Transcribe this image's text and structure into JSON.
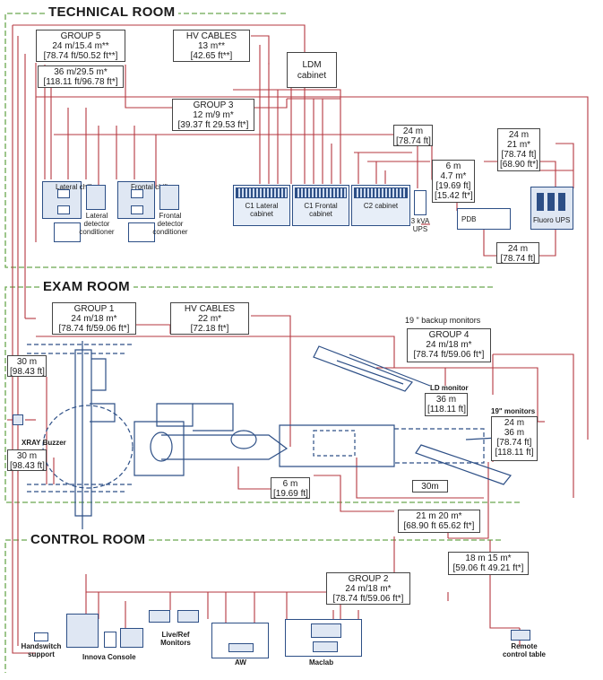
{
  "rooms": {
    "technical": "TECHNICAL ROOM",
    "exam": "EXAM ROOM",
    "control": "CONTROL ROOM"
  },
  "colors": {
    "cable": "#b5373f",
    "room_border": "#6aa84f",
    "device_stroke": "#2d4f86",
    "device_fill": "#dfe7f3"
  },
  "boxes": {
    "group5": [
      "GROUP 5",
      "24 m/15.4 m**",
      "[78.74 ft/50.52 ft**]"
    ],
    "hv_tech": [
      "HV CABLES",
      "13 m**",
      "[42.65 ft**]"
    ],
    "len36": [
      "36 m/29.5 m*",
      "[118.11 ft/96.78 ft*]"
    ],
    "group3": [
      "GROUP 3",
      "12 m/9 m*",
      "[39.37 ft 29.53 ft*]"
    ],
    "len24a": [
      "24 m",
      "[78.74 ft]"
    ],
    "len24b": [
      "24 m",
      "21 m*",
      "[78.74 ft]",
      "[68.90 ft*]"
    ],
    "len6a": [
      "6 m",
      "4.7 m*",
      "[19.69 ft]",
      "[15.42 ft*]"
    ],
    "len24c": [
      "24 m",
      "[78.74 ft]"
    ],
    "group1": [
      "GROUP 1",
      "24 m/18 m*",
      "[78.74 ft/59.06 ft*]"
    ],
    "hv_exam": [
      "HV CABLES",
      "22 m*",
      "[72.18 ft*]"
    ],
    "group4": [
      "GROUP 4",
      "24 m/18 m*",
      "[78.74 ft/59.06 ft*]"
    ],
    "len30a": [
      "30 m",
      "[98.43 ft]"
    ],
    "len30b": [
      "30 m",
      "[98.43 ft]"
    ],
    "ld": [
      "36 m",
      "[118.11 ft]"
    ],
    "mon19": [
      "24 m",
      "36 m",
      "[78.74 ft]",
      "[118.11 ft]"
    ],
    "len6b": [
      "6 m",
      "[19.69 ft]"
    ],
    "len30c": [
      "30m"
    ],
    "len21": [
      "21 m 20 m*",
      "[68.90 ft 65.62 ft*]"
    ],
    "len18": [
      "18 m 15 m*",
      "[59.06 ft 49.21 ft*]"
    ],
    "group2": [
      "GROUP 2",
      "24 m/18 m*",
      "[78.74 ft/59.06 ft*]"
    ]
  },
  "labels": {
    "ldm": "LDM cabinet",
    "lateral_chiller": "Lateral chiller",
    "lateral_detector": "Lateral detector conditioner",
    "frontal_chiller": "Frontal chiller",
    "frontal_detector": "Frontal detector conditioner",
    "c1_lateral": "C1 Lateral cabinet",
    "c1_frontal": "C1 Frontal cabinet",
    "c2": "C2 cabinet",
    "ups": "3 kVA UPS",
    "pdb": "PDB",
    "fluoro_ups": "Fluoro UPS",
    "backup_monitors": "19 \" backup monitors",
    "ld_monitor": "LD monitor",
    "monitors_19": "19\" monitors",
    "xray_buzzer": "XRAY Buzzer",
    "handswitch": "Handswitch support",
    "innova": "Innova Console",
    "live_ref": "Live/Ref Monitors",
    "aw": "AW",
    "maclab": "Maclab",
    "remote": "Remote control table"
  }
}
